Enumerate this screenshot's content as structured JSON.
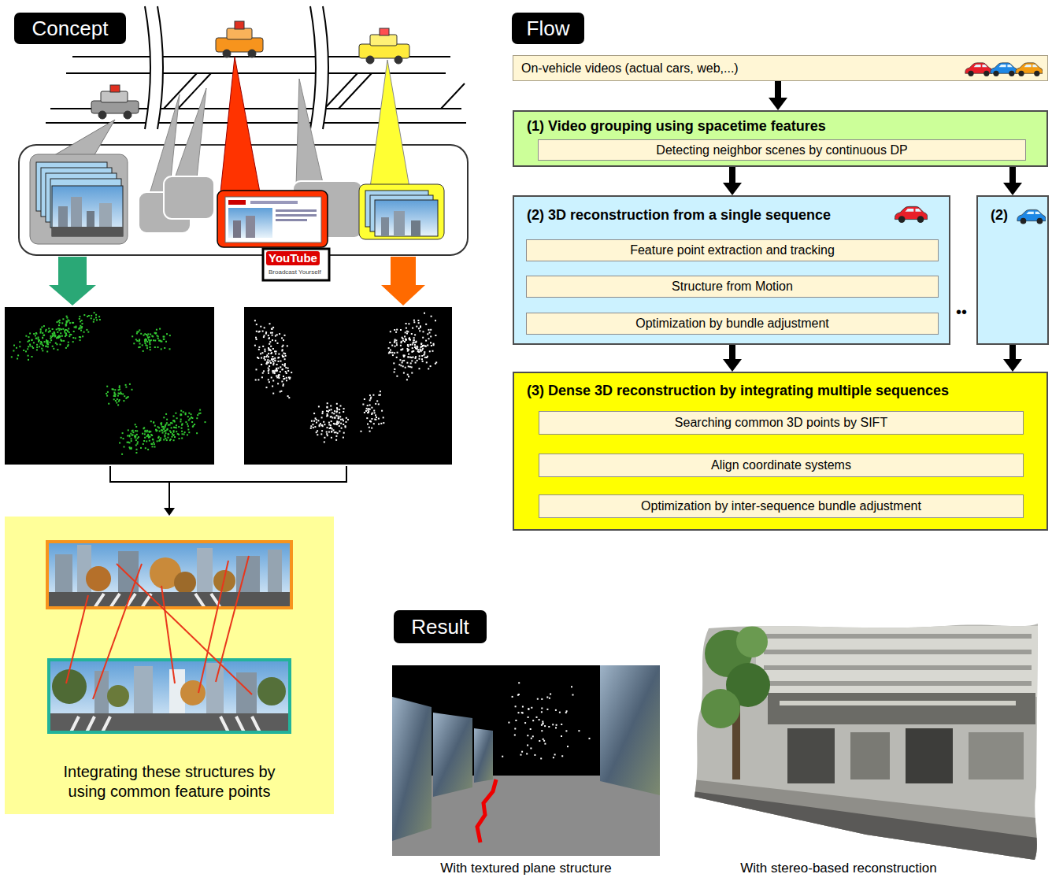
{
  "diagram": {
    "nodes": [
      {
        "text": [
          "Concept"
        ]
      },
      {
        "text": [
          "Flow"
        ]
      },
      {
        "text": [
          "On-vehicle videos (actual cars, web,...)"
        ]
      },
      {
        "text": [
          "(1) Video grouping using spacetime features"
        ]
      },
      {
        "text": [
          "Detecting neighbor scenes by continuous DP"
        ],
        "in": 3
      },
      {
        "text": [
          "(2) 3D reconstruction from a single sequence"
        ]
      },
      {
        "text": [
          "Feature point extraction and tracking"
        ],
        "in": 5
      },
      {
        "text": [
          "Structure from Motion"
        ],
        "in": 5
      },
      {
        "text": [
          "Optimization by bundle adjustment"
        ],
        "in": 5
      },
      {
        "text": [
          "(2)"
        ]
      },
      {
        "text": [
          "(3) Dense 3D reconstruction by integrating multiple sequences"
        ]
      },
      {
        "text": [
          "Searching common 3D points by SIFT"
        ],
        "in": 10
      },
      {
        "text": [
          "Align coordinate systems"
        ],
        "in": 10
      },
      {
        "text": [
          "Optimization by inter-sequence bundle adjustment"
        ],
        "in": 10
      },
      {
        "text": [
          "Integrating these structures by using common feature points"
        ]
      },
      {
        "text": [
          "Result"
        ]
      }
    ],
    "edges": [
      {
        "from": 2,
        "to": 3,
        "arrow": "to"
      },
      {
        "from": 3,
        "to": 5,
        "arrow": "to"
      },
      {
        "from": 3,
        "to": 9,
        "arrow": "to"
      },
      {
        "from": 6,
        "to": 7,
        "arrow": "to"
      },
      {
        "from": 7,
        "to": 8,
        "arrow": "to"
      },
      {
        "from": 5,
        "to": 10,
        "arrow": "to"
      },
      {
        "from": 9,
        "to": 10,
        "arrow": "to"
      },
      {
        "from": 11,
        "to": 12,
        "arrow": "to"
      },
      {
        "from": 12,
        "to": 13,
        "arrow": "to"
      }
    ],
    "labels": [
      "YouTube",
      "Broadcast Yourself",
      "••",
      "With textured plane structure",
      "With stereo-based reconstruction"
    ]
  }
}
